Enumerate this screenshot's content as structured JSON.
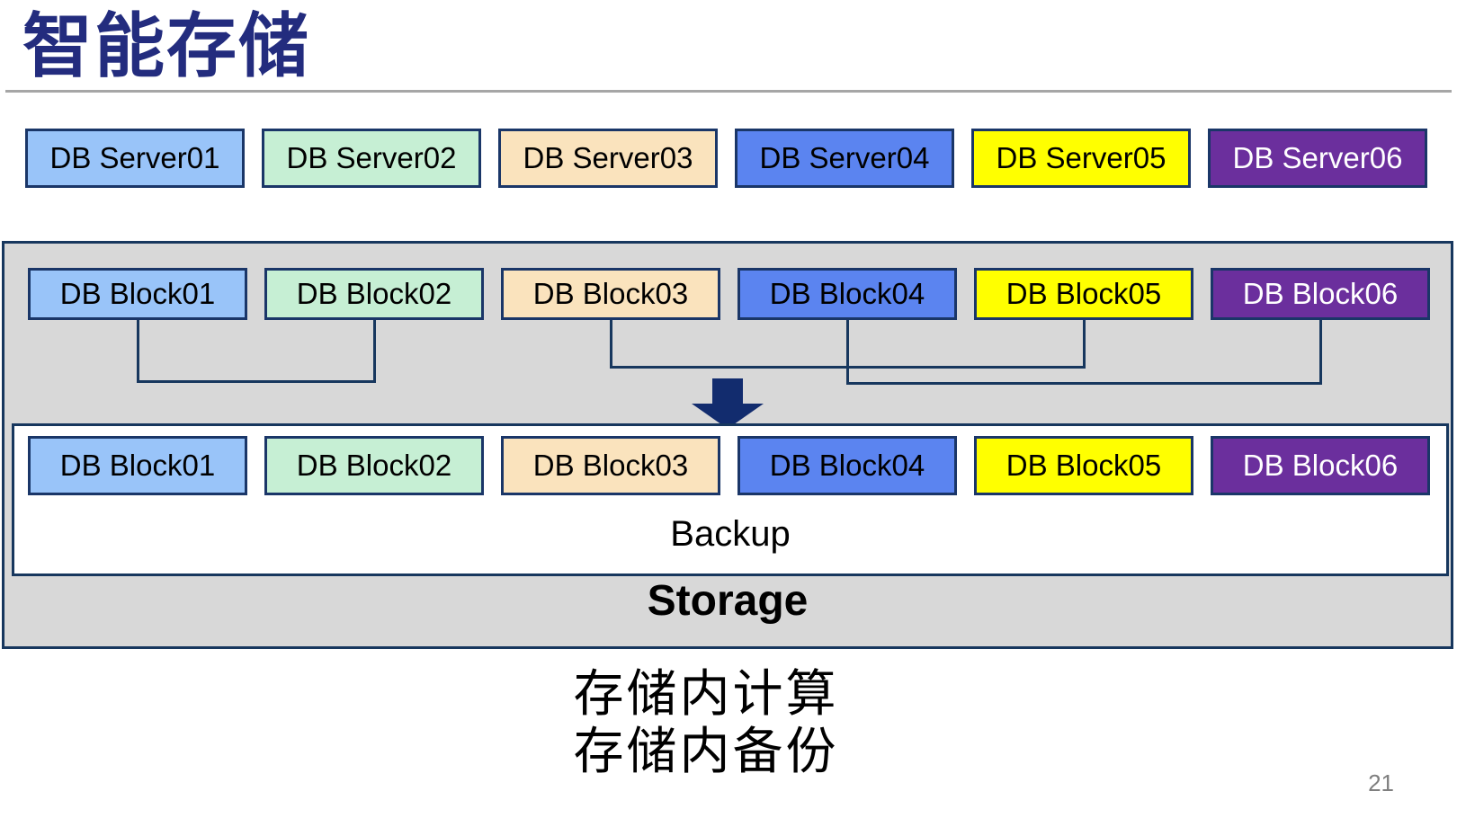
{
  "slide": {
    "title": "智能存储",
    "page_number": "21"
  },
  "server_row": {
    "items": [
      {
        "label": "DB Server01",
        "fill": "#99C4F9",
        "text_color": "#000000"
      },
      {
        "label": "DB Server02",
        "fill": "#C6EFD4",
        "text_color": "#000000"
      },
      {
        "label": "DB Server03",
        "fill": "#FAE3BD",
        "text_color": "#000000"
      },
      {
        "label": "DB Server04",
        "fill": "#5B84F0",
        "text_color": "#000000"
      },
      {
        "label": "DB Server05",
        "fill": "#FFFF00",
        "text_color": "#000000"
      },
      {
        "label": "DB Server06",
        "fill": "#6B2F9D",
        "text_color": "#FFFFFF"
      }
    ]
  },
  "storage_unit": {
    "label": "Storage",
    "block_row_top": {
      "items": [
        {
          "label": "DB Block01",
          "fill": "#99C4F9",
          "text_color": "#000000"
        },
        {
          "label": "DB Block02",
          "fill": "#C6EFD4",
          "text_color": "#000000"
        },
        {
          "label": "DB Block03",
          "fill": "#FAE3BD",
          "text_color": "#000000"
        },
        {
          "label": "DB Block04",
          "fill": "#5B84F0",
          "text_color": "#000000"
        },
        {
          "label": "DB Block05",
          "fill": "#FFFF00",
          "text_color": "#000000"
        },
        {
          "label": "DB Block06",
          "fill": "#6B2F9D",
          "text_color": "#FFFFFF"
        }
      ]
    },
    "backup_zone": {
      "label": "Backup",
      "block_row": {
        "items": [
          {
            "label": "DB Block01",
            "fill": "#99C4F9",
            "text_color": "#000000"
          },
          {
            "label": "DB Block02",
            "fill": "#C6EFD4",
            "text_color": "#000000"
          },
          {
            "label": "DB Block03",
            "fill": "#FAE3BD",
            "text_color": "#000000"
          },
          {
            "label": "DB Block04",
            "fill": "#5B84F0",
            "text_color": "#000000"
          },
          {
            "label": "DB Block05",
            "fill": "#FFFF00",
            "text_color": "#000000"
          },
          {
            "label": "DB Block06",
            "fill": "#6B2F9D",
            "text_color": "#FFFFFF"
          }
        ]
      }
    },
    "connections": [
      {
        "from": "DB Block01",
        "to": "DB Block02"
      },
      {
        "from": "DB Block03",
        "to": "DB Block05"
      },
      {
        "from": "DB Block04",
        "to": "DB Block06"
      }
    ]
  },
  "annotations": {
    "caption_line1": "存储内计算",
    "caption_line2": "存储内备份"
  },
  "icons": {
    "down_arrow": "down-arrow"
  },
  "colors": {
    "title": "#232C7E",
    "box_border": "#1A3668",
    "connector_line": "#17375E",
    "arrow": "#122C6E",
    "storage_container_fill": "#D8D8D8",
    "backup_zone_fill": "#FFFFFF",
    "title_divider": "#A6A6A6",
    "page_number": "#7F7F7F"
  }
}
